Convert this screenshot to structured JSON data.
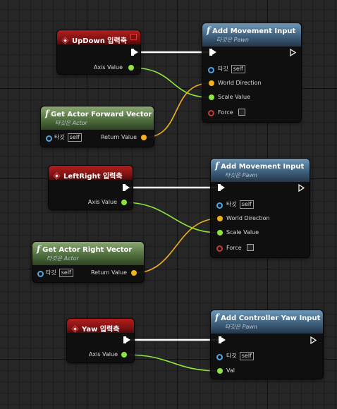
{
  "canvas": {
    "background": "#262626"
  },
  "colors": {
    "event_header": "#b31e1e",
    "function_header": "#3b5c78",
    "getter_header": "#4d6b3c",
    "float_pin": "#8ee63c",
    "vector_pin": "#f0b31a",
    "object_pin": "#4fa6e8",
    "bool_pin": "#c93a3a",
    "exec_wire": "#ffffff"
  },
  "nodes": {
    "updown": {
      "title": "UpDown 입력축",
      "axis_label": "Axis Value"
    },
    "forward": {
      "title": "Get Actor Forward Vector",
      "subtitle": "타깃은 Actor",
      "target_label": "타깃",
      "self_label": "self",
      "return_label": "Return Value"
    },
    "move1": {
      "title": "Add Movement Input",
      "subtitle": "타깃은 Pawn",
      "target_label": "타깃",
      "self_label": "self",
      "world_label": "World Direction",
      "scale_label": "Scale Value",
      "force_label": "Force"
    },
    "leftright": {
      "title": "LeftRight 입력축",
      "axis_label": "Axis Value"
    },
    "right": {
      "title": "Get Actor Right Vector",
      "subtitle": "타깃은 Actor",
      "target_label": "타깃",
      "self_label": "self",
      "return_label": "Return Value"
    },
    "move2": {
      "title": "Add Movement Input",
      "subtitle": "타깃은 Pawn",
      "target_label": "타깃",
      "self_label": "self",
      "world_label": "World Direction",
      "scale_label": "Scale Value",
      "force_label": "Force"
    },
    "yaw": {
      "title": "Yaw 입력축",
      "axis_label": "Axis Value"
    },
    "yawinput": {
      "title": "Add Controller Yaw Input",
      "subtitle": "타깃은 Pawn",
      "target_label": "타깃",
      "self_label": "self",
      "val_label": "Val"
    }
  }
}
